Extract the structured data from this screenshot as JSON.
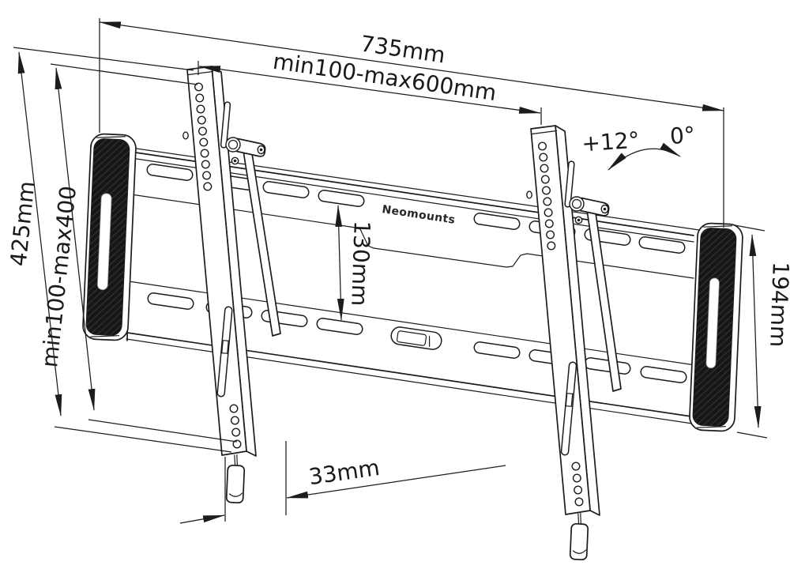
{
  "brand_label": "Neomounts",
  "dimensions": {
    "overall_width": "735mm",
    "vesa_width_range": "min100-max600mm",
    "overall_height": "425mm",
    "vesa_height_range": "min100-max400",
    "slot_spacing": "130mm",
    "plate_height": "194mm",
    "bottom_offset": "33mm"
  },
  "tilt": {
    "max_label": "+12°",
    "min_label": "0°"
  },
  "colors": {
    "line": "#1c1c1c",
    "text": "#1a1a1a",
    "pad_fill": "#161616",
    "pad_hatch": "#454545",
    "background": "#ffffff"
  }
}
